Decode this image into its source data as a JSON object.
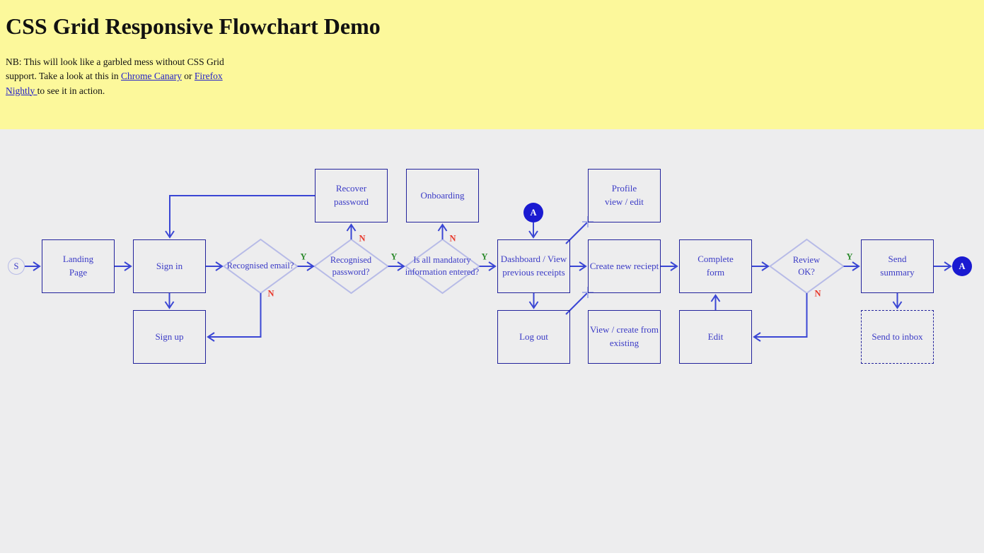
{
  "header": {
    "title": "CSS Grid Responsive Flowchart Demo",
    "note": {
      "before": "NB: This will look like a garbled mess without CSS Grid support. Take a look at this in ",
      "chrome_link": "Chrome Canary",
      "middle": " or ",
      "firefox_link": "Firefox Nightly ",
      "after": "to see it in action."
    },
    "background_color": "#fcf89b"
  },
  "flowchart": {
    "background_color": "#ededee",
    "colors": {
      "box_border": "#22229c",
      "node_text": "#3b3bc6",
      "arrow": "#3a46d4",
      "diamond_border": "#b7bbe7",
      "connector_fill": "#1a1ad1",
      "yes_label": "#2e8b2e",
      "no_label": "#e8392c"
    },
    "start": {
      "label": "S"
    },
    "connector_a_top": {
      "label": "A"
    },
    "connector_a_end": {
      "label": "A"
    },
    "nodes": {
      "landing": {
        "lines": [
          "Landing",
          "Page"
        ]
      },
      "sign_in": {
        "lines": [
          "Sign in"
        ]
      },
      "sign_up": {
        "lines": [
          "Sign up"
        ]
      },
      "recover_password": {
        "lines": [
          "Recover",
          "password"
        ]
      },
      "onboarding": {
        "lines": [
          "Onboarding"
        ]
      },
      "profile": {
        "lines": [
          "Profile",
          "view / edit"
        ]
      },
      "dashboard": {
        "lines": [
          "Dashboard / View",
          "previous receipts"
        ]
      },
      "log_out": {
        "lines": [
          "Log out"
        ]
      },
      "create_receipt": {
        "lines": [
          "Create new reciept"
        ]
      },
      "view_create_existing": {
        "lines": [
          "View / create from",
          "existing"
        ]
      },
      "complete_form": {
        "lines": [
          "Complete",
          "form"
        ]
      },
      "edit": {
        "lines": [
          "Edit"
        ]
      },
      "send_summary": {
        "lines": [
          "Send",
          "summary"
        ]
      },
      "send_to_inbox": {
        "lines": [
          "Send to inbox"
        ]
      }
    },
    "decisions": {
      "recognised_email": {
        "lines": [
          "Recognised email?"
        ],
        "yes": "Y",
        "no": "N"
      },
      "recognised_password": {
        "lines": [
          "Recognised",
          "password?"
        ],
        "yes": "Y",
        "no": "N"
      },
      "mandatory_info": {
        "lines": [
          "Is all mandatory",
          "information entered?"
        ],
        "yes": "Y",
        "no": "N"
      },
      "review_ok": {
        "lines": [
          "Review",
          "OK?"
        ],
        "yes": "Y",
        "no": "N"
      }
    }
  }
}
